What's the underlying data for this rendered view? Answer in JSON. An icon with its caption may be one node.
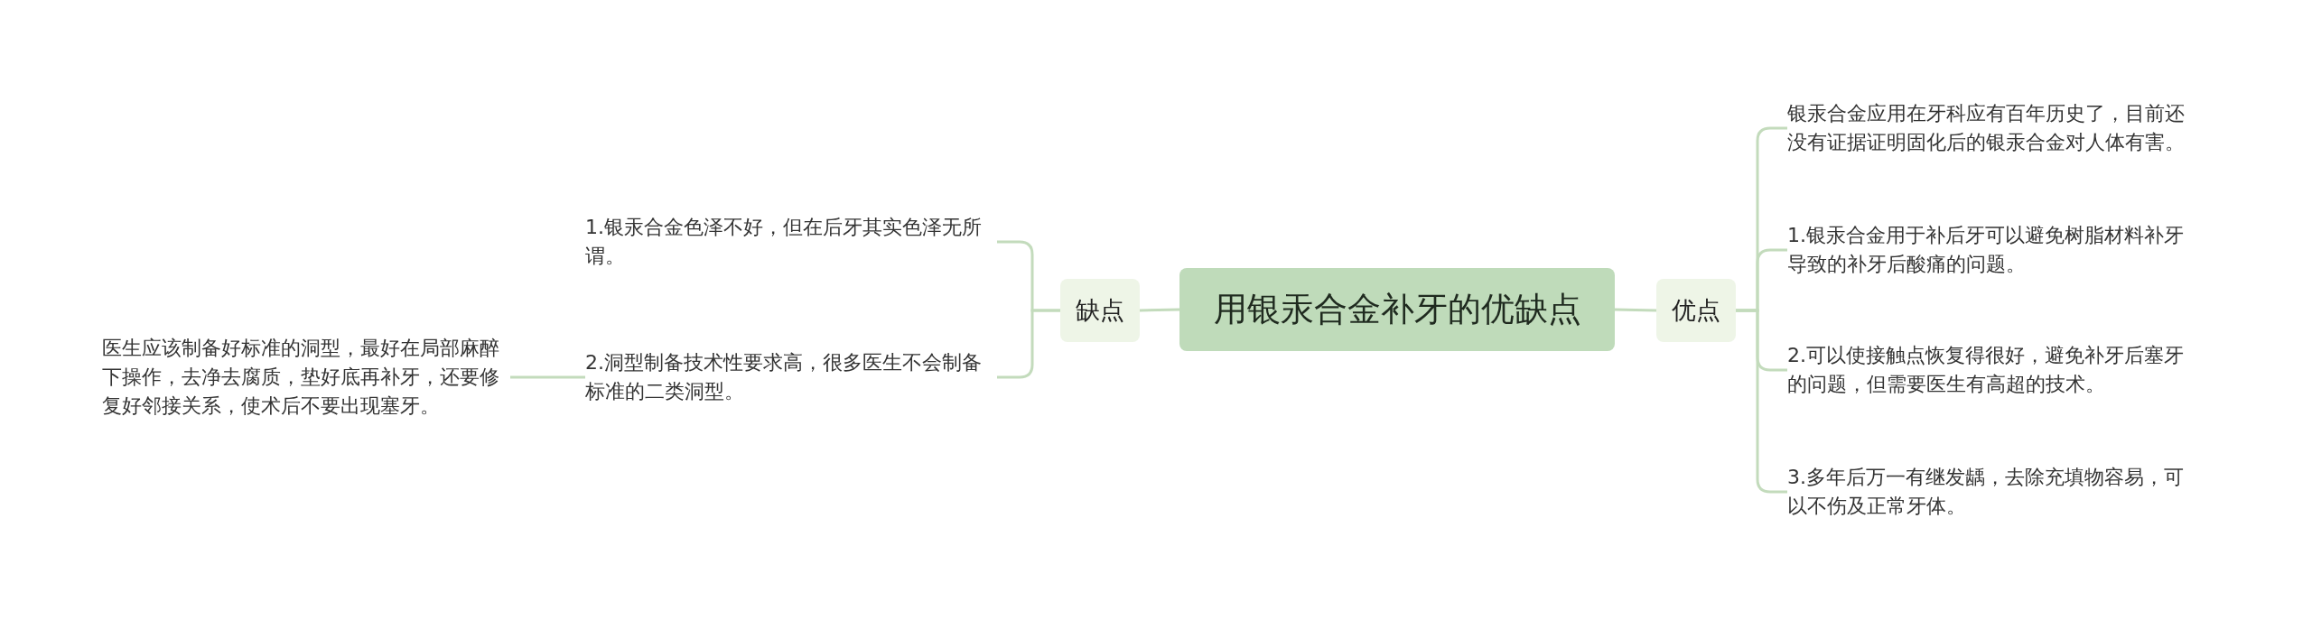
{
  "diagram": {
    "nodes": [
      {
        "text": [
          "用银汞合金补牙的优缺点"
        ]
      },
      {
        "text": [
          "缺点"
        ]
      },
      {
        "text": [
          "1.银汞合金色泽不好，但在后牙其实色泽无所谓。"
        ]
      },
      {
        "text": [
          "2.洞型制备技术性要求高，很多医生不会制备标准的二类洞型。"
        ]
      },
      {
        "text": [
          "医生应该制备好标准的洞型，最好在局部麻醉下操作，去净去腐质，垫好底再补牙，还要修复好邻接关系，使术后不要出现塞牙。"
        ]
      },
      {
        "text": [
          "优点"
        ]
      },
      {
        "text": [
          "银汞合金应用在牙科应有百年历史了，目前还没有证据证明固化后的银汞合金对人体有害。"
        ]
      },
      {
        "text": [
          "1.银汞合金用于补后牙可以避免树脂材料补牙导致的补牙后酸痛的问题。"
        ]
      },
      {
        "text": [
          "2.可以使接触点恢复得很好，避免补牙后塞牙的问题，但需要医生有高超的技术。"
        ]
      },
      {
        "text": [
          "3.多年后万一有继发龋，去除充填物容易，可以不伤及正常牙体。"
        ]
      }
    ],
    "edges": [
      {
        "from": 0,
        "to": 1,
        "arrow": "none"
      },
      {
        "from": 1,
        "to": 2,
        "arrow": "none"
      },
      {
        "from": 1,
        "to": 3,
        "arrow": "none"
      },
      {
        "from": 3,
        "to": 4,
        "arrow": "none"
      },
      {
        "from": 0,
        "to": 5,
        "arrow": "none"
      },
      {
        "from": 5,
        "to": 6,
        "arrow": "none"
      },
      {
        "from": 5,
        "to": 7,
        "arrow": "none"
      },
      {
        "from": 5,
        "to": 8,
        "arrow": "none"
      },
      {
        "from": 5,
        "to": 9,
        "arrow": "none"
      }
    ]
  }
}
